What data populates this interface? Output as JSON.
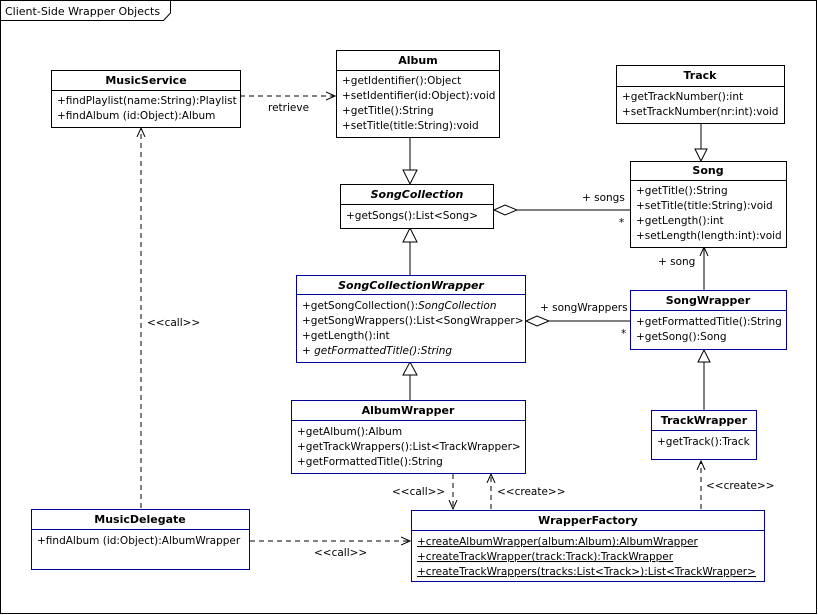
{
  "frame": {
    "title": "Client-Side Wrapper Objects"
  },
  "classes": {
    "music_service": {
      "name": "MusicService",
      "ops": [
        "+findPlaylist(name:String):Playlist",
        "+findAlbum (id:Object):Album"
      ]
    },
    "album": {
      "name": "Album",
      "ops": [
        "+getIdentifier():Object",
        "+setIdentifier(id:Object):void",
        "+getTitle():String",
        "+setTitle(title:String):void"
      ]
    },
    "track": {
      "name": "Track",
      "ops": [
        "+getTrackNumber():int",
        "+setTrackNumber(nr:int):void"
      ]
    },
    "song": {
      "name": "Song",
      "ops": [
        "+getTitle():String",
        "+setTitle(title:String):void",
        "+getLength():int",
        "+setLength(length:int):void"
      ]
    },
    "song_collection": {
      "name": "SongCollection",
      "ops": [
        "+getSongs():List<Song>"
      ]
    },
    "song_collection_wrapper": {
      "name": "SongCollectionWrapper",
      "op0_prefix": "+getSongCollection():",
      "op0_type": "SongCollection",
      "op1": "+getSongWrappers():List<SongWrapper>",
      "op2": "+getLength():int",
      "op3_prefix": "+ ",
      "op3": "getFormattedTitle():String"
    },
    "song_wrapper": {
      "name": "SongWrapper",
      "ops": [
        "+getFormattedTitle():String",
        "+getSong():Song"
      ]
    },
    "album_wrapper": {
      "name": "AlbumWrapper",
      "ops": [
        "+getAlbum():Album",
        "+getTrackWrappers():List<TrackWrapper>",
        "+getFormattedTitle():String"
      ]
    },
    "track_wrapper": {
      "name": "TrackWrapper",
      "ops": [
        "+getTrack():Track"
      ]
    },
    "music_delegate": {
      "name": "MusicDelegate",
      "ops": [
        "+findAlbum (id:Object):AlbumWrapper"
      ]
    },
    "wrapper_factory": {
      "name": "WrapperFactory",
      "ops": [
        "+createAlbumWrapper(album:Album):AlbumWrapper",
        "+createTrackWrapper(track:Track):TrackWrapper",
        "+createTrackWrappers(tracks:List<Track>):List<TrackWrapper>"
      ]
    }
  },
  "labels": {
    "retrieve": "retrieve",
    "songs_role": "+ songs",
    "songs_mult": "*",
    "song_role": "+ song",
    "song_wrappers_role": "+ songWrappers",
    "song_wrappers_mult": "*",
    "call_vertical": "<<call>>",
    "call_aw": "<<call>>",
    "create_aw": "<<create>>",
    "create_tw": "<<create>>",
    "call_delegate": "<<call>>"
  }
}
